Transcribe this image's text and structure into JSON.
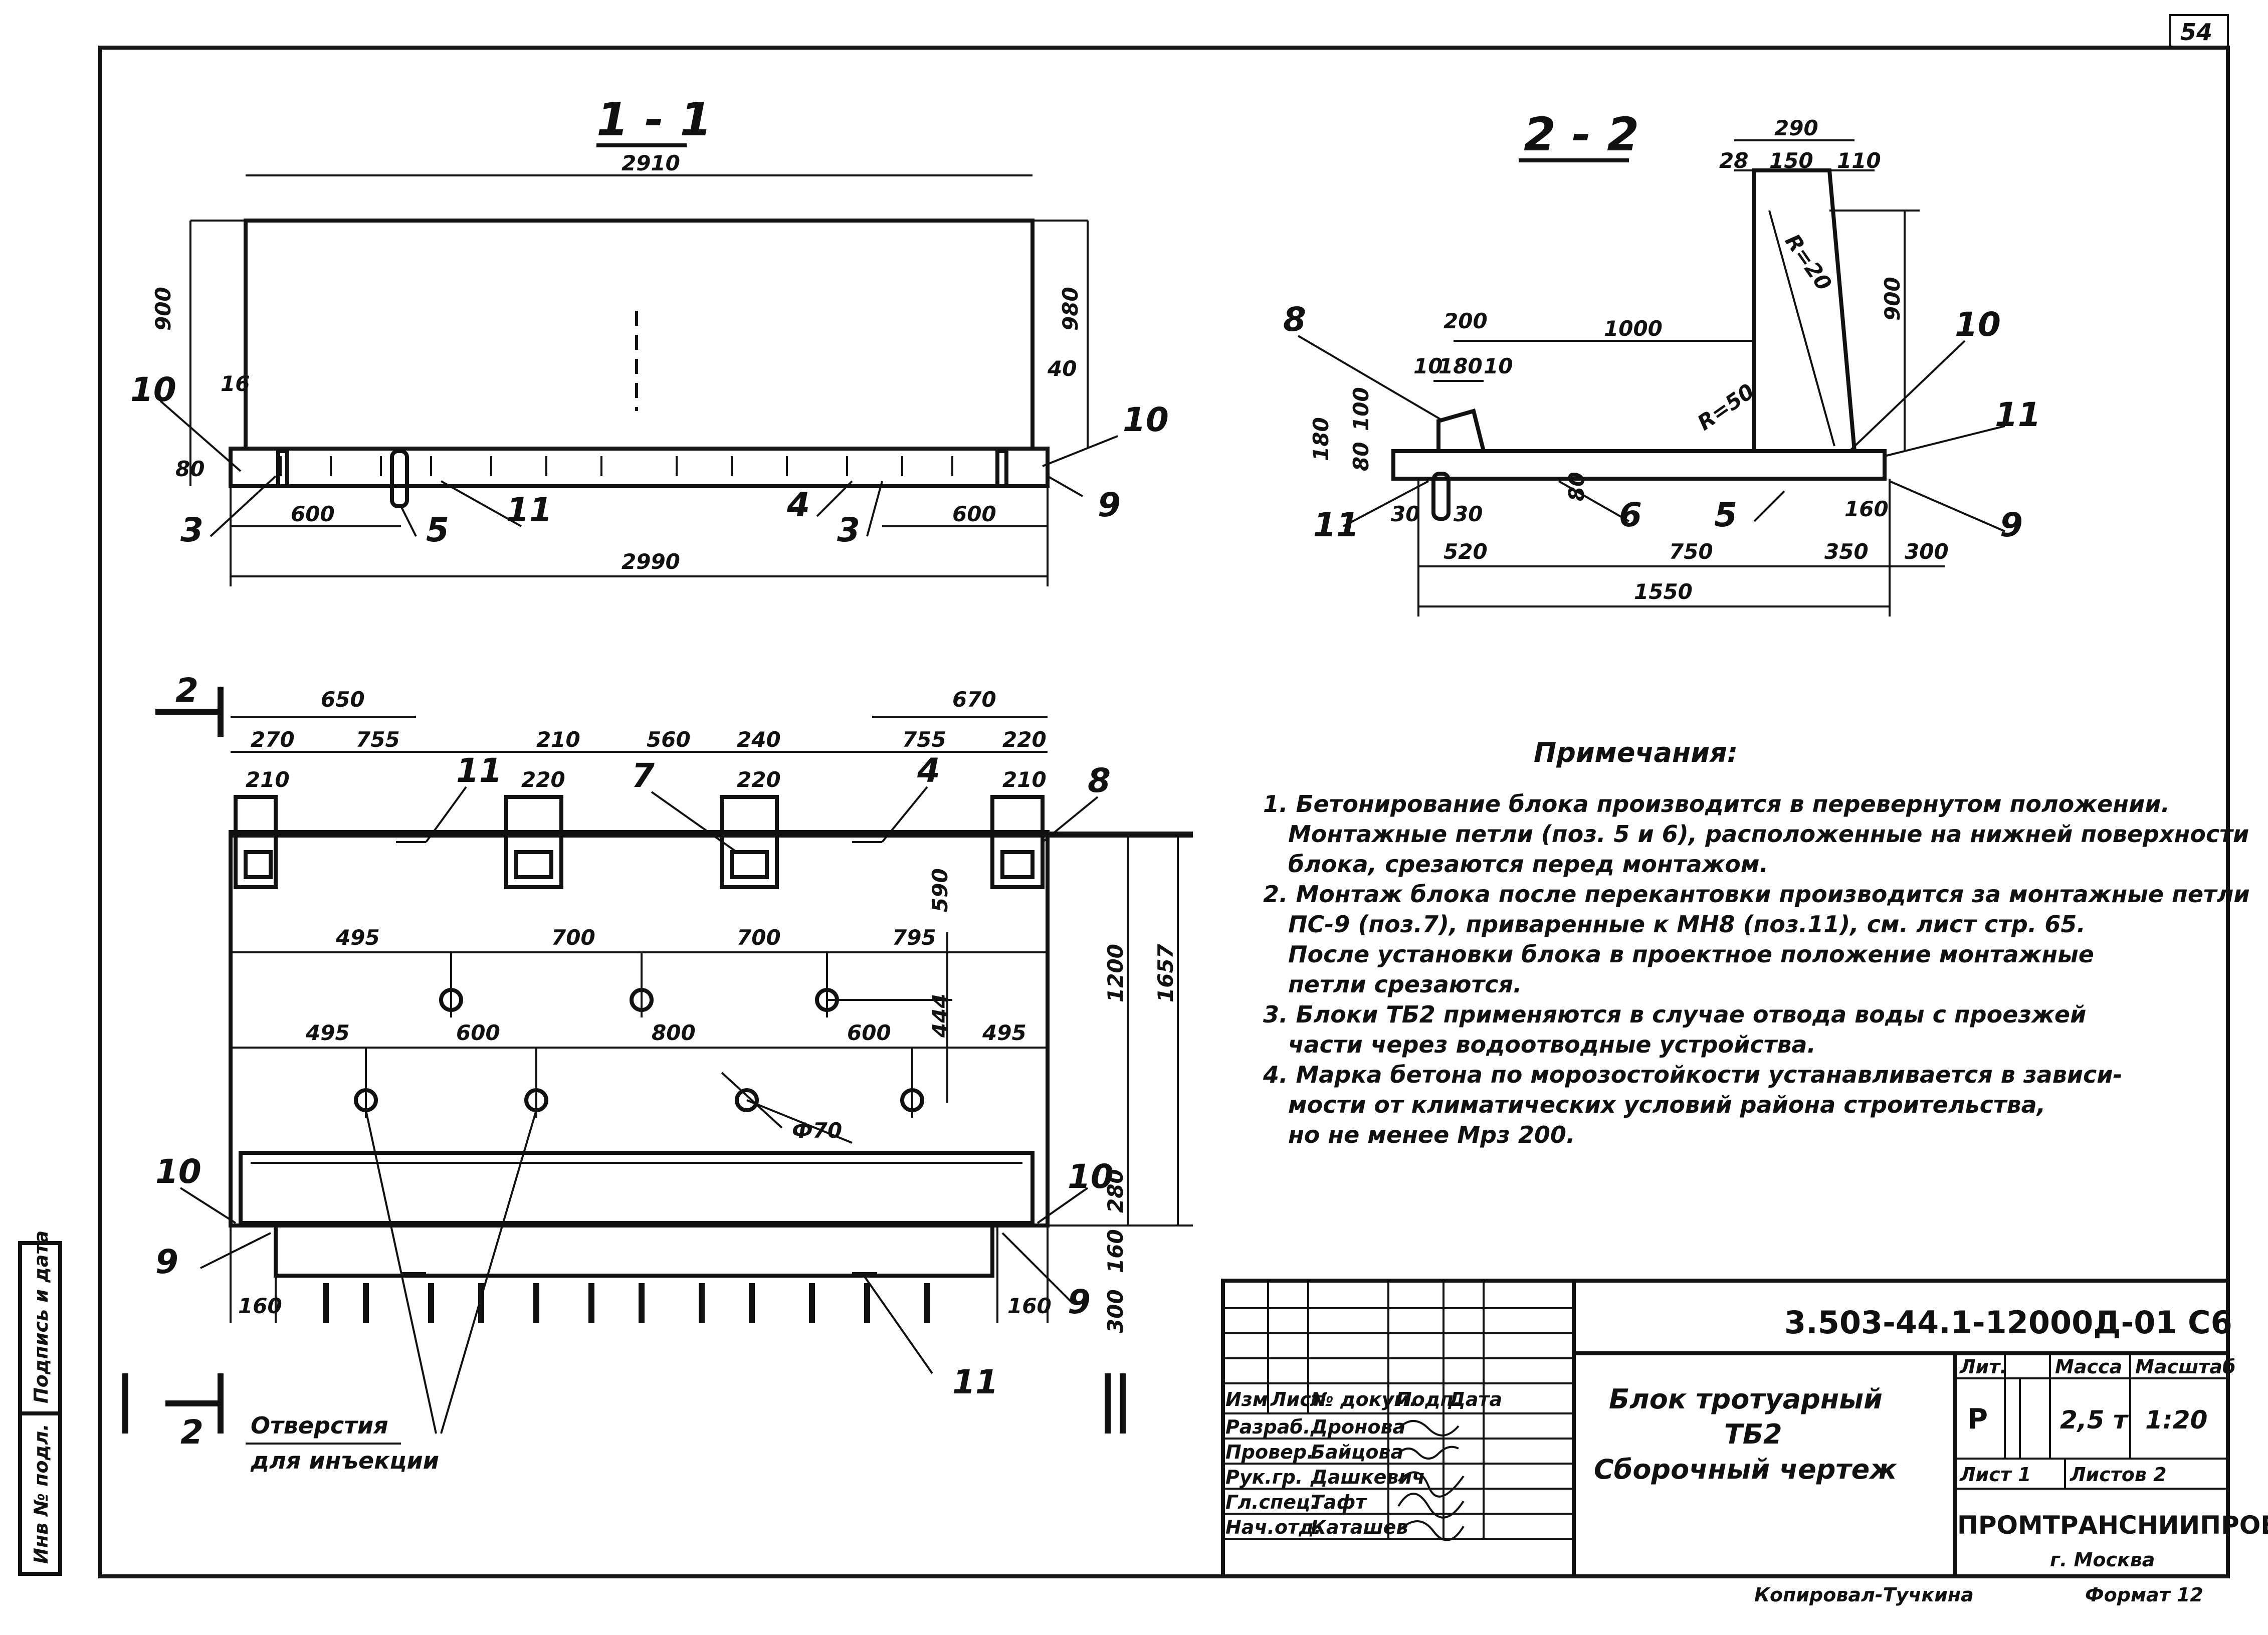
{
  "sheet": {
    "number": "54"
  },
  "section_1": {
    "title": "1 - 1",
    "dims": {
      "top_width": "2910",
      "bottom_width": "2990",
      "height_left": "900",
      "height_right": "980",
      "left_end": "600",
      "right_end": "600",
      "small_16": "16",
      "small_40": "40",
      "small_80": "80"
    },
    "positions": {
      "p10_left": "10",
      "p10_right": "10",
      "p9": "9",
      "p3_left": "3",
      "p5": "5",
      "p11": "11",
      "p4": "4",
      "p3_right": "3"
    }
  },
  "section_2": {
    "title": "2 - 2",
    "dims": {
      "top_290": "290",
      "top_28": "28",
      "top_150": "150",
      "top_110": "110",
      "r20": "R=20",
      "wall_900": "900",
      "d200": "200",
      "d1000": "1000",
      "d10a": "10",
      "d180": "180",
      "d10b": "10",
      "h100": "100",
      "h180": "180",
      "h80": "80",
      "r50": "R=50",
      "d30a": "30",
      "d30b": "30",
      "d80": "80",
      "d160": "160",
      "b520": "520",
      "b750": "750",
      "b350": "350",
      "b300": "300",
      "total_1550": "1550"
    },
    "positions": {
      "p8": "8",
      "p10": "10",
      "p11_right": "11",
      "p11_left": "11",
      "p6": "6",
      "p5": "5",
      "p9": "9"
    }
  },
  "plan": {
    "dims": {
      "d650": "650",
      "d670": "670",
      "d270": "270",
      "d755a": "755",
      "d210a": "210",
      "d560": "560",
      "d240": "240",
      "d755b": "755",
      "d220a": "220",
      "d210b": "210",
      "d220b": "220",
      "d220c": "220",
      "d210c": "210",
      "r495a": "495",
      "r700a": "700",
      "r700b": "700",
      "r795": "795",
      "r495b": "495",
      "r600a": "600",
      "r800": "800",
      "r600b": "600",
      "r495c": "495",
      "v590": "590",
      "v1200": "1200",
      "v1657": "1657",
      "v444": "444",
      "phi70": "Ф70",
      "v280": "280",
      "v160": "160",
      "v300": "300",
      "b160a": "160",
      "b160b": "160"
    },
    "positions": {
      "p11a": "11",
      "p7": "7",
      "p4": "4",
      "p8": "8",
      "p10_left": "10",
      "p10_right": "10",
      "p9_left": "9",
      "p9_right": "9",
      "p11b": "11",
      "cut_2": "2",
      "cut_2b": "2"
    },
    "holes_label": [
      "Отверстия",
      "для инъекции"
    ]
  },
  "notes": {
    "title": "Примечания:",
    "lines": [
      "1. Бетонирование блока производится в перевернутом положении.",
      "Монтажные петли (поз. 5 и 6), расположенные на нижней поверхности",
      "блока, срезаются перед монтажом.",
      "2. Монтаж блока после перекантовки производится за монтажные петли",
      "ПС-9 (поз.7), приваренные к МН8 (поз.11), см. лист стр. 65.",
      "После установки блока в проектное положение монтажные",
      "петли срезаются.",
      "3. Блоки ТБ2 применяются в случае отвода воды с проезжей",
      "части через водоотводные устройства.",
      "4. Марка бетона по морозостойкости устанавливается в зависи-",
      "мости от климатических условий района строительства,",
      "но не менее Мрз 200."
    ]
  },
  "stamp": {
    "code": "3.503-44.1-12000Д-01 С6",
    "head": [
      "Изм",
      "Лист",
      "№ докум.",
      "Подп.",
      "Дата"
    ],
    "people": [
      {
        "role": "Разраб.",
        "name": "Дронова"
      },
      {
        "role": "Провер.",
        "name": "Байцова"
      },
      {
        "role": "Рук.гр.",
        "name": "Дашкевич"
      },
      {
        "role": "Гл.спец.",
        "name": "Тафт"
      },
      {
        "role": "Нач.отд.",
        "name": "Каташев"
      }
    ],
    "name_lines": [
      "Блок тротуарный",
      "ТБ2",
      "Сборочный чертеж"
    ],
    "lit_head": "Лит.",
    "mass_head": "Масса",
    "scale_head": "Масштаб",
    "lit": "Р",
    "mass": "2,5 т",
    "scale": "1:20",
    "sheet": "Лист 1",
    "sheets": "Листов 2",
    "org": "ПРОМТРАНСНИИПРОЕКТ",
    "city": "г. Москва",
    "copied": "Копировал-Тучкина",
    "format": "Формат 12"
  },
  "side_stamp": {
    "cells": [
      "Инв № подл.",
      "Подпись и дата"
    ]
  }
}
